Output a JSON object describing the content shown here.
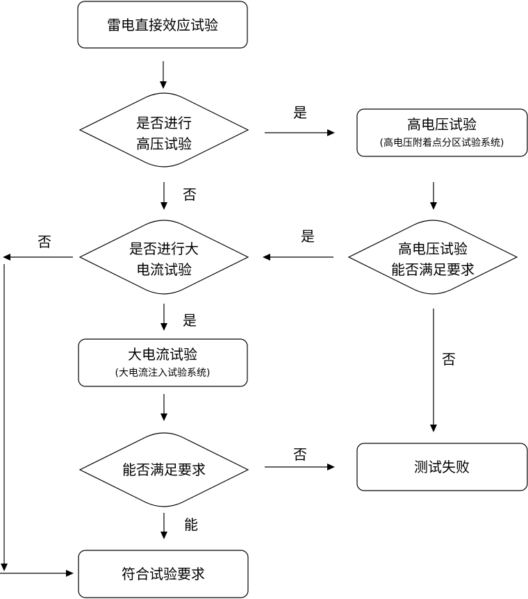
{
  "nodes": {
    "start": {
      "label": "雷电直接效应试验"
    },
    "decision_hv": {
      "line1": "是否进行",
      "line2": "高压试验"
    },
    "hv_test": {
      "label": "高电压试验",
      "sub": "(高电压附着点分区试验系统)"
    },
    "decision_hc": {
      "line1": "是否进行大",
      "line2": "电流试验"
    },
    "decision_hv_ok": {
      "line1": "高电压试验",
      "line2": "能否满足要求"
    },
    "hc_test": {
      "label": "大电流试验",
      "sub": "(大电流注入试验系统)"
    },
    "decision_hc_ok": {
      "label": "能否满足要求"
    },
    "fail": {
      "label": "测试失败"
    },
    "pass": {
      "label": "符合试验要求"
    }
  },
  "edges": {
    "hv_yes": "是",
    "hv_no": "否",
    "hvok_yes": "是",
    "hc_no": "否",
    "hc_yes": "是",
    "hvok_no": "否",
    "hcok_no": "否",
    "hcok_yes": "能"
  }
}
